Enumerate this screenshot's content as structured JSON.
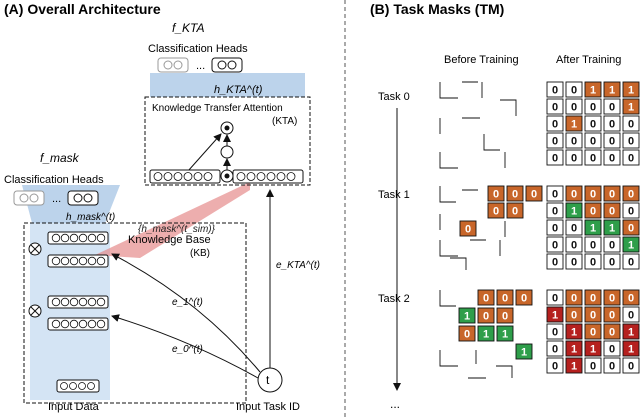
{
  "left_panel": {
    "title": "(A) Overall Architecture",
    "f_kta": "f_KTA",
    "f_mask": "f_mask",
    "cls_heads_top": "Classification Heads",
    "cls_heads_left": "Classification Heads",
    "ellipsis": "...",
    "h_kta": "h_KTA^(t)",
    "h_mask": "h_mask^(t)",
    "h_mask_sim": "{h_mask^(t_sim)}",
    "kta_title": "Knowledge Transfer Attention",
    "kta_abbr": "(KTA)",
    "kb_title": "Knowledge Base",
    "kb_abbr": "(KB)",
    "e1": "e_1^(t)",
    "e0": "e_0^(t)",
    "e_kta": "e_KTA^(t)",
    "input_data": "Input Data",
    "input_task": "Input Task ID",
    "task_node": "t"
  },
  "right_panel": {
    "title": "(B) Task Masks (TM)",
    "col_before": "Before Training",
    "col_after": "After Training",
    "tasks": [
      "Task 0",
      "Task 1",
      "Task 2"
    ],
    "more": "...",
    "colors": {
      "orange": "#c8662a",
      "green": "#2e9e4a",
      "red": "#b5201e"
    },
    "task0_after": [
      [
        "0",
        "0",
        "1",
        "1",
        "1"
      ],
      [
        "0",
        "0",
        "0",
        "0",
        "1"
      ],
      [
        "0",
        "1",
        "0",
        "0",
        "0"
      ],
      [
        "0",
        "0",
        "0",
        "0",
        "0"
      ],
      [
        "0",
        "0",
        "0",
        "0",
        "0"
      ]
    ],
    "task1_before": [
      [
        "0",
        "0",
        "0"
      ],
      [
        "0",
        "0"
      ],
      [
        "0"
      ]
    ],
    "task1_after": [
      [
        "0",
        "0",
        "0",
        "0",
        "0"
      ],
      [
        "0",
        "1",
        "0",
        "0",
        "0"
      ],
      [
        "0",
        "0",
        "1",
        "1",
        "0"
      ],
      [
        "0",
        "0",
        "0",
        "0",
        "1"
      ],
      [
        "0",
        "0",
        "0",
        "0",
        "0"
      ]
    ],
    "task2_before": [
      [
        "0",
        "0",
        "0"
      ],
      [
        "1",
        "0",
        "0"
      ],
      [
        "0",
        "1",
        "1"
      ],
      [
        "1"
      ]
    ],
    "task2_after": [
      [
        "0",
        "0",
        "0",
        "0",
        "0"
      ],
      [
        "1",
        "0",
        "0",
        "0",
        "0"
      ],
      [
        "0",
        "1",
        "0",
        "0",
        "1"
      ],
      [
        "0",
        "1",
        "1",
        "0",
        "1"
      ],
      [
        "0",
        "1",
        "0",
        "0",
        "0"
      ]
    ]
  }
}
